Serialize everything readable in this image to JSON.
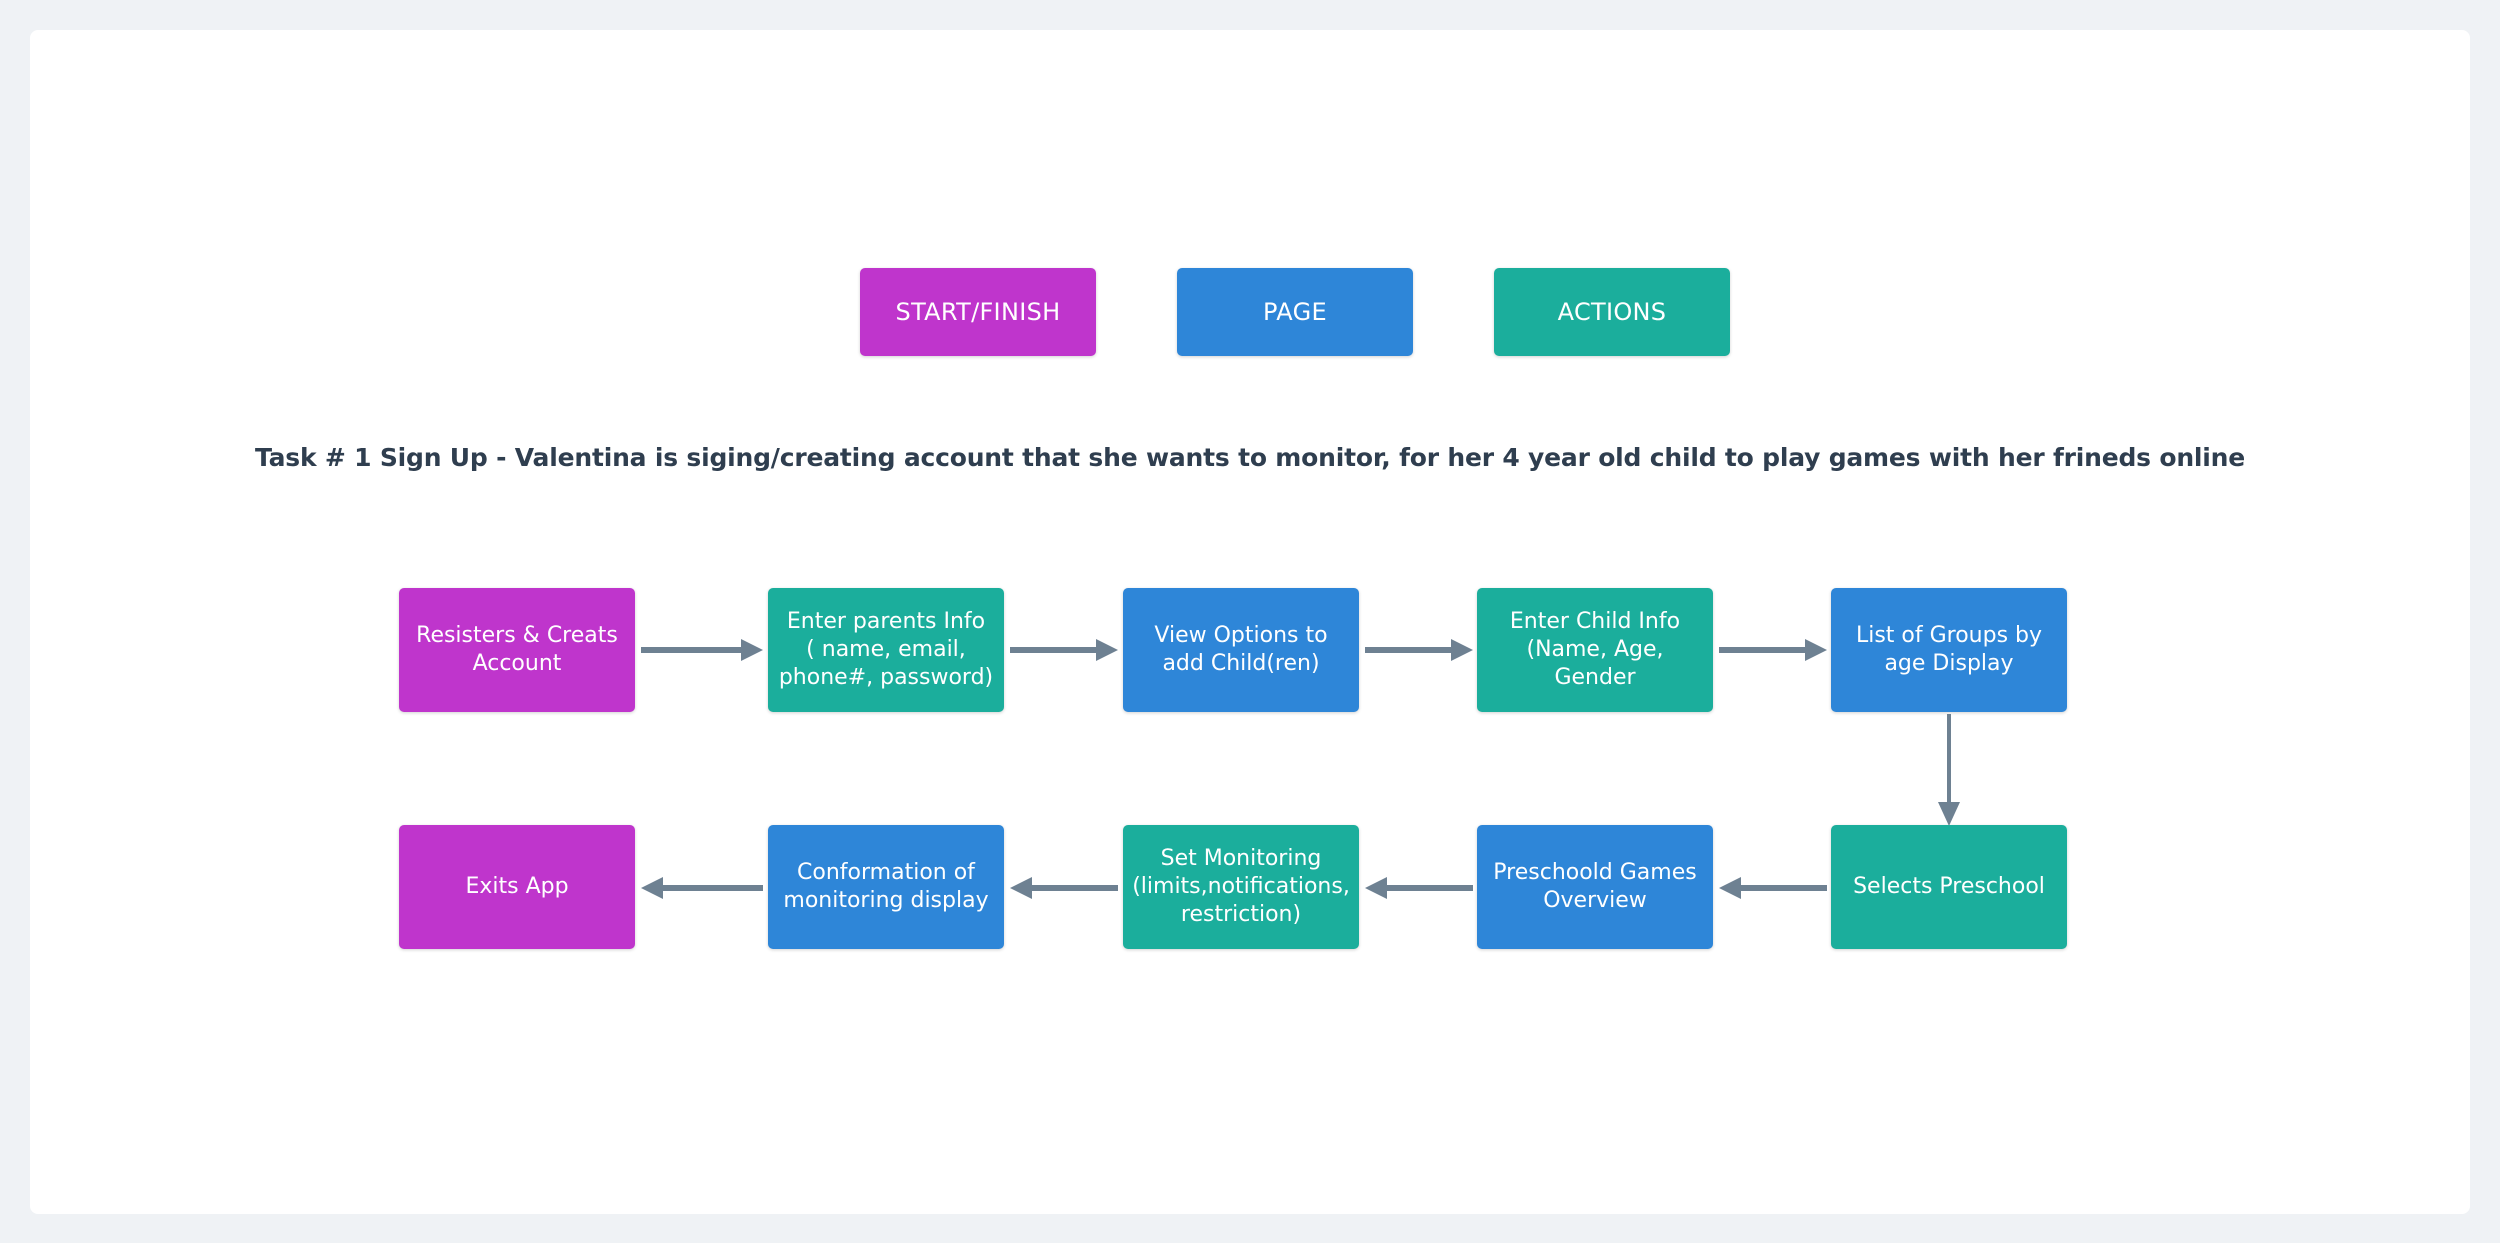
{
  "legend": {
    "items": [
      {
        "label": "START/FINISH",
        "color": "#bf35cc",
        "name": "legend-start-finish"
      },
      {
        "label": "PAGE",
        "color": "#2e86d8",
        "name": "legend-page"
      },
      {
        "label": "ACTIONS",
        "color": "#1bae9c",
        "name": "legend-actions"
      }
    ]
  },
  "title": "Task # 1 Sign Up - Valentina is siging/creating account that she wants to monitor, for her 4 year old child to play games with her frineds online",
  "colors": {
    "start_finish": "#bf35cc",
    "page": "#2e86d8",
    "actions": "#1bae9c",
    "arrow": "#6e8192",
    "title_text": "#2f3e4f",
    "canvas": "#ffffff",
    "background": "#eff2f5"
  },
  "flow": {
    "row1": [
      {
        "label": "Resisters & Creats Account",
        "type": "start_finish"
      },
      {
        "label": "Enter parents Info\n( name, email,\nphone#, password)",
        "type": "actions"
      },
      {
        "label": "View Options to add Child(ren)",
        "type": "page"
      },
      {
        "label": "Enter Child Info\n(Name, Age, Gender",
        "type": "actions"
      },
      {
        "label": "List of Groups by age Display",
        "type": "page"
      }
    ],
    "row2": [
      {
        "label": "Exits App",
        "type": "start_finish"
      },
      {
        "label": "Conformation of monitoring display",
        "type": "page"
      },
      {
        "label": "Set Monitoring\n(limits,notifications,\nrestriction)",
        "type": "actions"
      },
      {
        "label": "Preschoold Games Overview",
        "type": "page"
      },
      {
        "label": "Selects Preschool",
        "type": "actions"
      }
    ]
  }
}
